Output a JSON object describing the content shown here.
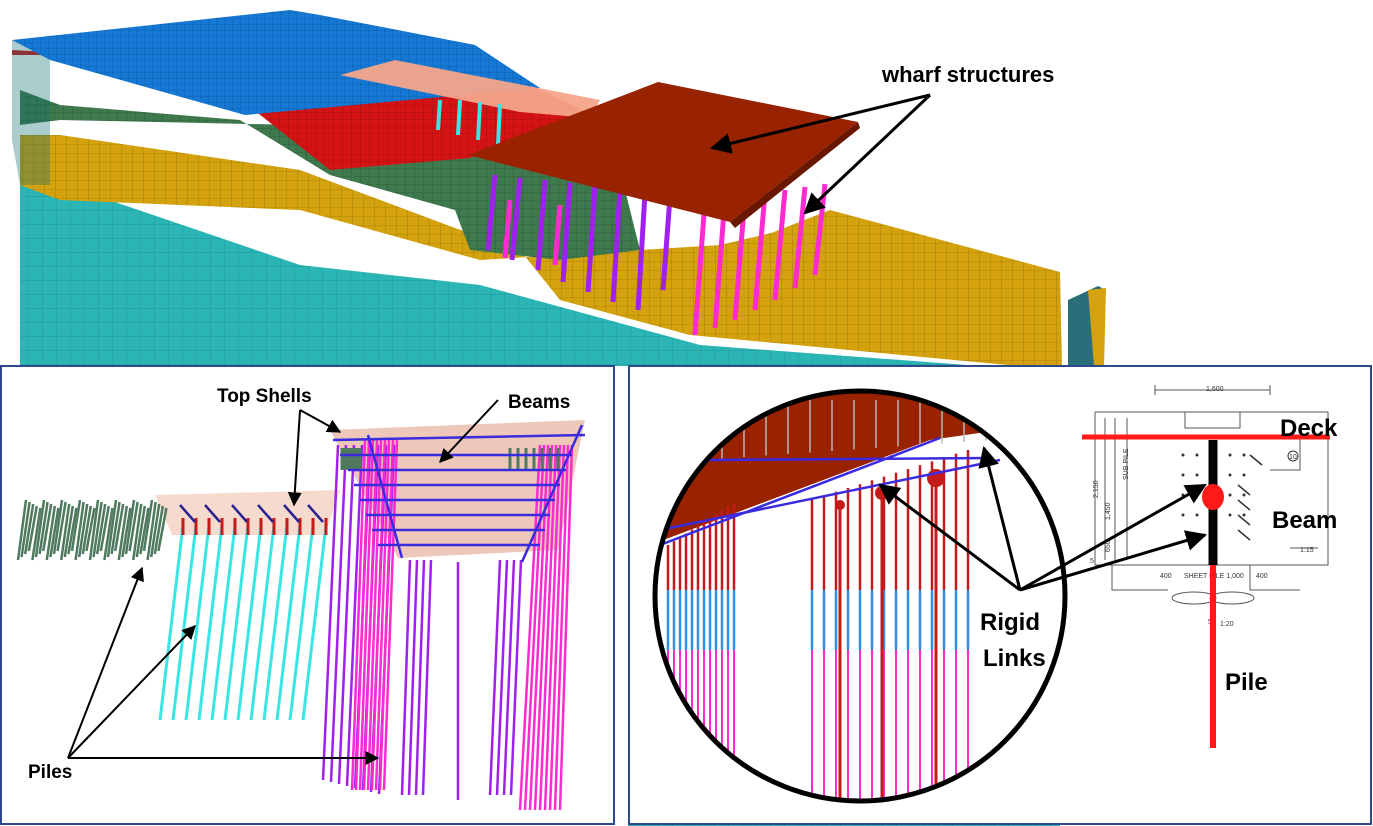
{
  "labels": {
    "wharf_structures": "wharf structures",
    "top_shells": "Top Shells",
    "beams": "Beams",
    "piles": "Piles",
    "rigid": "Rigid",
    "links": "Links",
    "deck": "Deck",
    "beam": "Beam",
    "pile": "Pile"
  },
  "drawing_text": {
    "dim_top": "1,600",
    "dim_left_a": "2,150",
    "dim_left_b": "1,450",
    "dim_left_c": "650",
    "dim_vert_a": "SUB PILE",
    "dim_bottom_a": "400",
    "dim_bottom_b": "SHEET PILE 1,000",
    "dim_bottom_c": "400",
    "slope": "1:15",
    "scale": "1:20",
    "marker": "10",
    "mark_5": "5",
    "mark_5b": "5"
  },
  "colors": {
    "teal_soil": "#2cb5b5",
    "gold_soil": "#d4a20c",
    "green_soil": "#3f7a4f",
    "red_soil": "#d41414",
    "blue_soil": "#1478d4",
    "deck": "#992200",
    "deck_light": "#f4a58a",
    "pile_magenta": "#ff2bd0",
    "pile_purple": "#a020f0",
    "pile_cyan": "#39e6e6",
    "pile_green": "#4f7a5f",
    "beam_blue": "#3b2be0",
    "rigid_red": "#c41a1a",
    "section_red": "#ff1a1a"
  }
}
